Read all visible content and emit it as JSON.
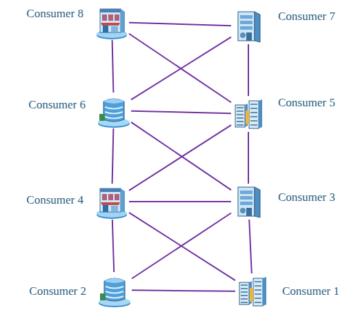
{
  "diagram": {
    "nodes": [
      {
        "text": [
          "Consumer 8"
        ]
      },
      {
        "text": [
          "Consumer 7"
        ]
      },
      {
        "text": [
          "Consumer 6"
        ]
      },
      {
        "text": [
          "Consumer 5"
        ]
      },
      {
        "text": [
          "Consumer 4"
        ]
      },
      {
        "text": [
          "Consumer 3"
        ]
      },
      {
        "text": [
          "Consumer 2"
        ]
      },
      {
        "text": [
          "Consumer 1"
        ]
      }
    ],
    "edges": [
      {
        "from": 0,
        "to": 1,
        "arrow": "none"
      },
      {
        "from": 0,
        "to": 2,
        "arrow": "none"
      },
      {
        "from": 0,
        "to": 3,
        "arrow": "none"
      },
      {
        "from": 1,
        "to": 2,
        "arrow": "none"
      },
      {
        "from": 1,
        "to": 3,
        "arrow": "none"
      },
      {
        "from": 2,
        "to": 3,
        "arrow": "none"
      },
      {
        "from": 2,
        "to": 4,
        "arrow": "none"
      },
      {
        "from": 2,
        "to": 5,
        "arrow": "none"
      },
      {
        "from": 3,
        "to": 4,
        "arrow": "none"
      },
      {
        "from": 3,
        "to": 5,
        "arrow": "none"
      },
      {
        "from": 4,
        "to": 5,
        "arrow": "none"
      },
      {
        "from": 4,
        "to": 6,
        "arrow": "none"
      },
      {
        "from": 4,
        "to": 7,
        "arrow": "none"
      },
      {
        "from": 5,
        "to": 6,
        "arrow": "none"
      },
      {
        "from": 5,
        "to": 7,
        "arrow": "none"
      },
      {
        "from": 6,
        "to": 7,
        "arrow": "none"
      }
    ]
  }
}
